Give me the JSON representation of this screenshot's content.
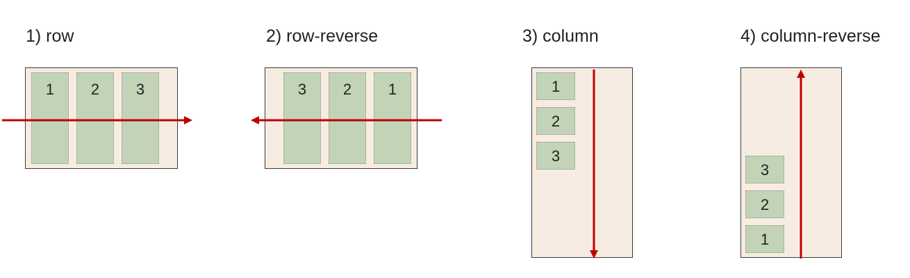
{
  "colors": {
    "container_fill": "#f7ece2",
    "container_border": "#3a3a3a",
    "item_fill": "#c2d3b7",
    "item_border": "#8a9a80",
    "arrow": "#c00000"
  },
  "examples": [
    {
      "label": "1) row",
      "direction": "row",
      "items": [
        "1",
        "2",
        "3"
      ]
    },
    {
      "label": "2) row-reverse",
      "direction": "row-reverse",
      "items": [
        "3",
        "2",
        "1"
      ]
    },
    {
      "label": "3) column",
      "direction": "column",
      "items": [
        "1",
        "2",
        "3"
      ]
    },
    {
      "label": "4) column-reverse",
      "direction": "column-reverse",
      "items": [
        "3",
        "2",
        "1"
      ]
    }
  ]
}
